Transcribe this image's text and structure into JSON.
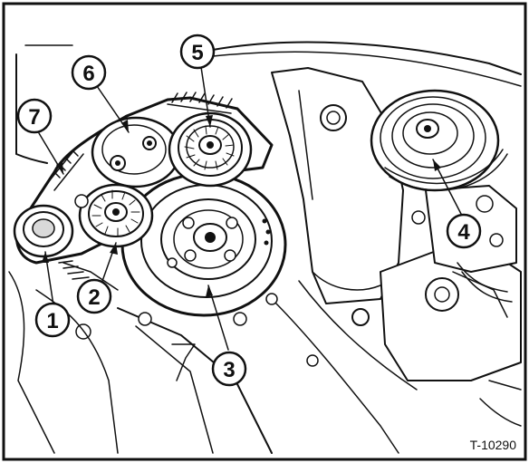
{
  "figure": {
    "reference_code": "T-10290",
    "callouts": [
      {
        "id": "1",
        "label": "1"
      },
      {
        "id": "2",
        "label": "2"
      },
      {
        "id": "3",
        "label": "3"
      },
      {
        "id": "4",
        "label": "4"
      },
      {
        "id": "5",
        "label": "5"
      },
      {
        "id": "6",
        "label": "6"
      },
      {
        "id": "7",
        "label": "7"
      }
    ]
  }
}
